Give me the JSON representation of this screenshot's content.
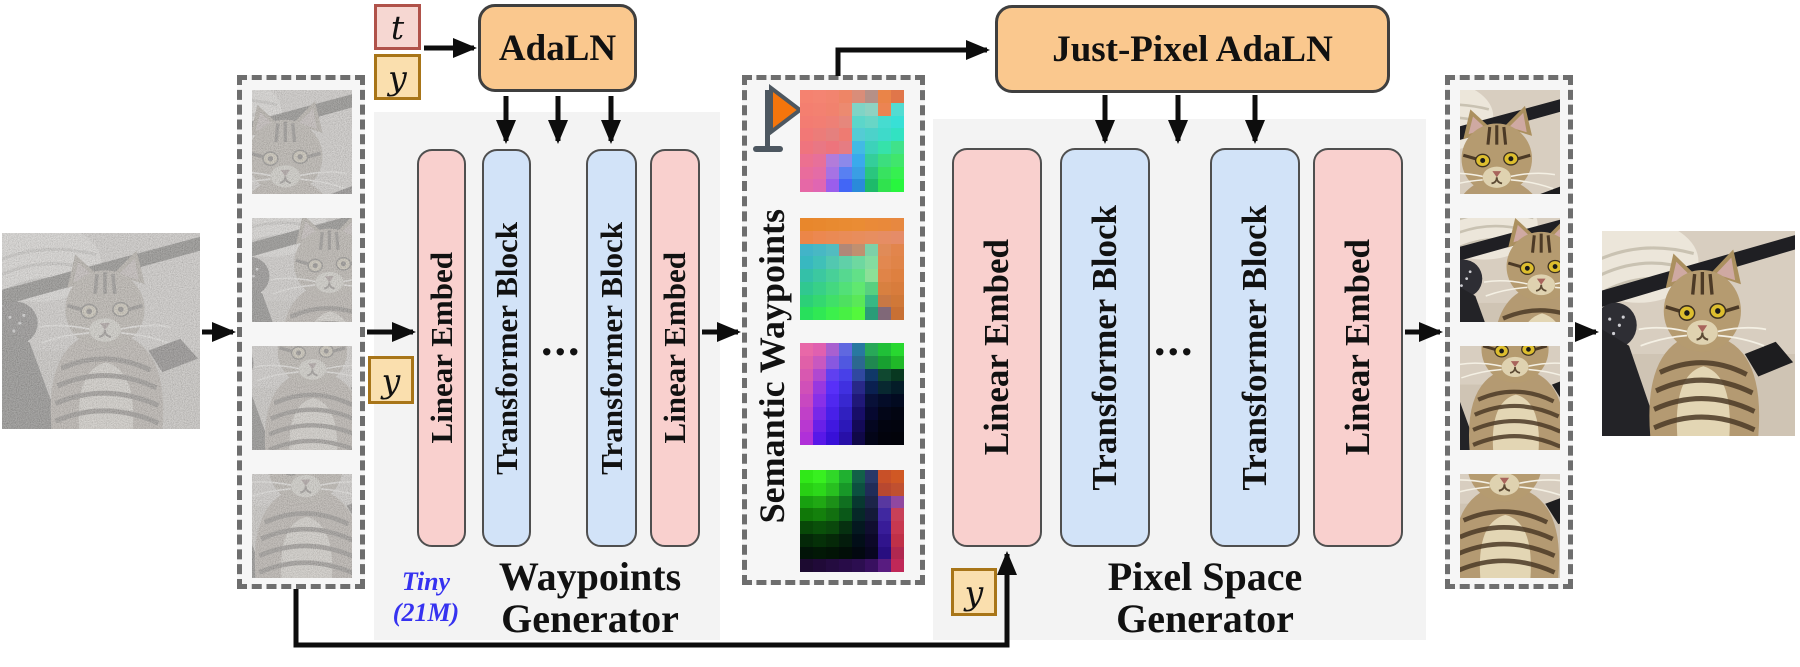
{
  "conditioning": {
    "t": "t",
    "y": "y"
  },
  "adaln": {
    "label": "AdaLN"
  },
  "just_pixel_adaln": {
    "label": "Just-Pixel AdaLN"
  },
  "waypoints_generator": {
    "title": [
      "Waypoints",
      "Generator"
    ],
    "size_note": [
      "Tiny",
      "(21M)"
    ],
    "blocks": [
      "Linear Embed",
      "Transformer Block",
      "Transformer Block",
      "Linear Embed"
    ],
    "ellipsis": "..."
  },
  "pixel_space_generator": {
    "title": [
      "Pixel Space",
      "Generator"
    ],
    "blocks": [
      "Linear Embed",
      "Transformer Block",
      "Transformer Block",
      "Linear Embed"
    ],
    "ellipsis": "..."
  },
  "semantic_waypoints": {
    "label": "Semantic Waypoints",
    "images": [
      [
        "#f58270",
        "#f48472",
        "#f2846f",
        "#ee8566",
        "#d98d79",
        "#b59087",
        "#ea8448",
        "#e0764a",
        "#f47f70",
        "#f38171",
        "#f1826e",
        "#ec8a70",
        "#7fd4c6",
        "#8ed2c2",
        "#ec8452",
        "#52dcd2",
        "#f37c72",
        "#f27e73",
        "#ee8076",
        "#e6877c",
        "#5cd6ca",
        "#68d6c6",
        "#46dcd0",
        "#38e0d6",
        "#f27876",
        "#ec7c79",
        "#e5807e",
        "#ee7b72",
        "#54ccd4",
        "#4cd2ca",
        "#3edaca",
        "#32e2c2",
        "#ef747e",
        "#e97784",
        "#ed747c",
        "#e67c82",
        "#42bae4",
        "#3cd2ba",
        "#36e2aa",
        "#40e28a",
        "#ec7090",
        "#e7709a",
        "#b27cda",
        "#8c89ea",
        "#3aaaec",
        "#34ce9a",
        "#3cde7e",
        "#40e66c",
        "#e96c9c",
        "#e46ca6",
        "#a673e4",
        "#5880f2",
        "#3a9ee4",
        "#2ac67e",
        "#38e260",
        "#36f050",
        "#e668a6",
        "#e066b2",
        "#9a5eec",
        "#4266f6",
        "#2a8ada",
        "#1eba6a",
        "#30e24e",
        "#28f63e"
      ],
      [
        "#e8872c",
        "#e8882e",
        "#e88a30",
        "#e98b32",
        "#ea8c34",
        "#ea8a38",
        "#e9893a",
        "#e78840",
        "#ec8648",
        "#ec8850",
        "#ea8a54",
        "#e98c58",
        "#e88d5c",
        "#e78e60",
        "#e68d64",
        "#e58c68",
        "#42b4c8",
        "#48b8c4",
        "#52bcc0",
        "#b08878",
        "#c09070",
        "#7ed0a8",
        "#e08b58",
        "#e2854c",
        "#38b8c0",
        "#40c0b8",
        "#52c8b0",
        "#60d0a8",
        "#6ed8a0",
        "#84dca0",
        "#e28850",
        "#e08448",
        "#34c0a8",
        "#3cc8a0",
        "#48d098",
        "#56d890",
        "#62e088",
        "#8ce098",
        "#e08448",
        "#de8040",
        "#30c890",
        "#38d088",
        "#44d880",
        "#52e078",
        "#60e870",
        "#58d080",
        "#d88040",
        "#d87c3c",
        "#2cd078",
        "#34d870",
        "#40e068",
        "#4ee060",
        "#5ae858",
        "#38b884",
        "#c87844",
        "#d07838",
        "#28e05c",
        "#30e854",
        "#3cf04c",
        "#48f044",
        "#54f83c",
        "#2a9c78",
        "#806878",
        "#c87034"
      ],
      [
        "#e868a8",
        "#e060b0",
        "#a860d0",
        "#6068e0",
        "#2878a0",
        "#28a858",
        "#20c038",
        "#28d830",
        "#e060a8",
        "#c858c0",
        "#8858e0",
        "#5058e0",
        "#2c6890",
        "#208850",
        "#18a030",
        "#20b828",
        "#d858b0",
        "#b048d0",
        "#6040f0",
        "#4840e8",
        "#3048a0",
        "#103868",
        "#104830",
        "#083820",
        "#d050b8",
        "#9838e0",
        "#5830f8",
        "#4030e0",
        "#282888",
        "#0a2050",
        "#082830",
        "#041c28",
        "#c848c0",
        "#8830e8",
        "#5028f0",
        "#3828d0",
        "#201878",
        "#081038",
        "#040c28",
        "#020a20",
        "#c040c8",
        "#7828e8",
        "#4820e8",
        "#3020c0",
        "#180e68",
        "#060830",
        "#030618",
        "#020512",
        "#b838d0",
        "#6820e8",
        "#4018e0",
        "#2c18b8",
        "#140a58",
        "#040620",
        "#020410",
        "#02040e",
        "#b030d8",
        "#5818e8",
        "#3810d8",
        "#2810a8",
        "#100848",
        "#030518",
        "#02030c",
        "#02030a"
      ],
      [
        "#30e818",
        "#38f020",
        "#30d828",
        "#20b030",
        "#126048",
        "#283868",
        "#c85028",
        "#d05824",
        "#28d014",
        "#2cd81a",
        "#28c020",
        "#189828",
        "#0c5040",
        "#202c58",
        "#b84830",
        "#c05030",
        "#18a010",
        "#20a814",
        "#1c9018",
        "#107020",
        "#083830",
        "#1c2448",
        "#5838a0",
        "#9048a0",
        "#107808",
        "#14800c",
        "#127010",
        "#0a5818",
        "#062828",
        "#141a38",
        "#4028a0",
        "#c84058",
        "#084808",
        "#0a500a",
        "#0a480c",
        "#063010",
        "#041820",
        "#100e30",
        "#381c98",
        "#c83850",
        "#042808",
        "#053008",
        "#052808",
        "#041c0c",
        "#020e18",
        "#0c0828",
        "#30148c",
        "#c03048",
        "#021408",
        "#021806",
        "#021406",
        "#020e08",
        "#020810",
        "#080620",
        "#280e80",
        "#b02850",
        "#1c0a30",
        "#200a38",
        "#240c40",
        "#280c48",
        "#2c0e50",
        "#381060",
        "#581c80",
        "#c02858"
      ]
    ]
  },
  "colors": {
    "adaln_fill": "#fac88e",
    "pink_block": "#f9d0ce",
    "blue_block": "#d2e3f8",
    "panel_bg": "#f3f3f3",
    "t_fill": "#f6d7d2",
    "t_border": "#b0524a",
    "y_fill": "#fadfae",
    "y_border": "#a87518",
    "note_blue": "#3632f0",
    "flag_orange": "#f4750c",
    "arrow_black": "#0d0d0d"
  }
}
